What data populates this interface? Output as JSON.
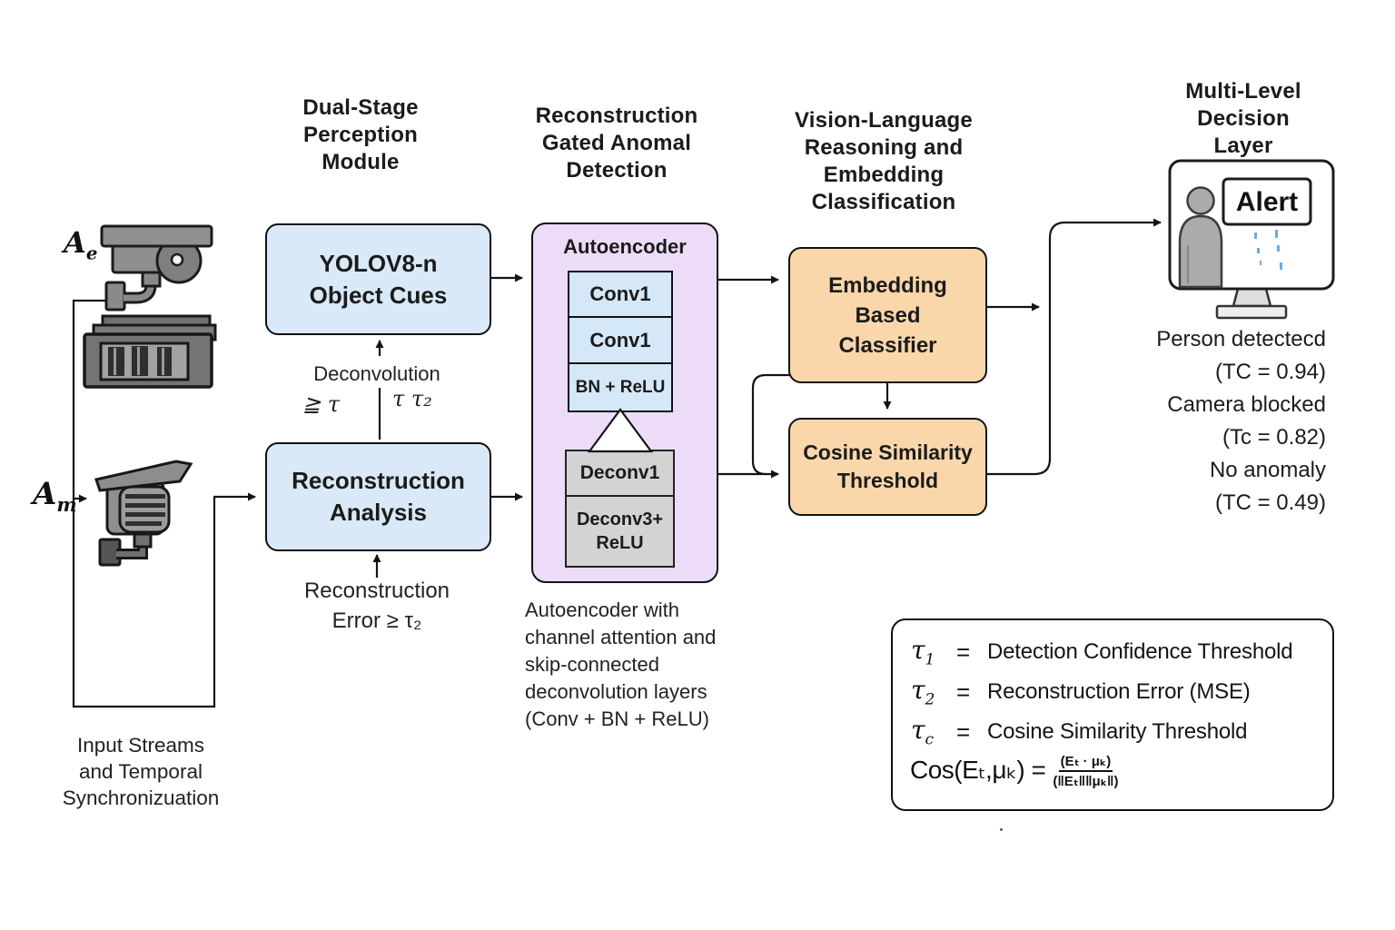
{
  "colors": {
    "box_blue": "#d9e9f8",
    "box_purple": "#ecdcf7",
    "box_orange": "#fad7ab",
    "cell_blue": "#d5e8f8",
    "cell_gray": "#d3d3d3",
    "monitor_speck_blue": "#66aede",
    "line_black": "#141414"
  },
  "headers": {
    "perception": "Dual-Stage\nPerception\nModule",
    "reconstruction": "Reconstruction\nGated Anomal\nDetection",
    "vision": "Vision-Language\nReasoning and\nEmbedding\nClassification",
    "decision": "Multi-Level\nDecision\nLayer"
  },
  "inputs": {
    "camera_top": {
      "base": "A",
      "sub": "e"
    },
    "camera_bottom": {
      "base": "A",
      "sub": "m"
    },
    "caption": "Input Streams\nand Temporal\nSynchronizuation"
  },
  "perception": {
    "yolo_box": "YOLOV8-n\nObject Cues",
    "recon_box": "Reconstruction\nAnalysis",
    "deconvolution_label": "Deconvolution",
    "threshold_left": "≧ τ",
    "threshold_right": "τ τ₂",
    "recon_error_label": "Reconstruction\nError ≥ τ₂"
  },
  "autoencoder": {
    "title": "Autoencoder",
    "encoder_cells": [
      "Conv1",
      "Conv1",
      "BN + ReLU"
    ],
    "decoder_cells": [
      "Deconv1",
      "Deconv3+\nReLU"
    ],
    "caption": "Autoencoder with\nchannel attention and\nskip-connected\ndeconvolution layers\n(Conv + BN + ReLU)"
  },
  "classification": {
    "embedding_box": "Embedding\nBased\nClassifier",
    "cosine_box": "Cosine Similarity\nThreshold"
  },
  "decision": {
    "alert_label": "Alert",
    "results": [
      {
        "label": "Person detectecd",
        "score": "(TC = 0.94)"
      },
      {
        "label": "Camera blocked",
        "score": "(Tc =  0.82)"
      },
      {
        "label": "No anomaly",
        "score": "(TC = 0.49)"
      }
    ]
  },
  "legend": {
    "eq": "=",
    "rows": [
      {
        "symbol": "τ",
        "sub": "1",
        "definition": "Detection Confidence Threshold"
      },
      {
        "symbol": "τ",
        "sub": "2",
        "definition": "Reconstruction Error (MSE)"
      },
      {
        "symbol": "τ",
        "sub": "c",
        "definition": "Cosine Similarity Threshold"
      }
    ],
    "formula_lhs": "Cos(Eₜ,μₖ) =",
    "formula_num": "(Eₜ · μₖ)",
    "formula_den": "(‖Eₜ‖‖μₖ‖)"
  }
}
